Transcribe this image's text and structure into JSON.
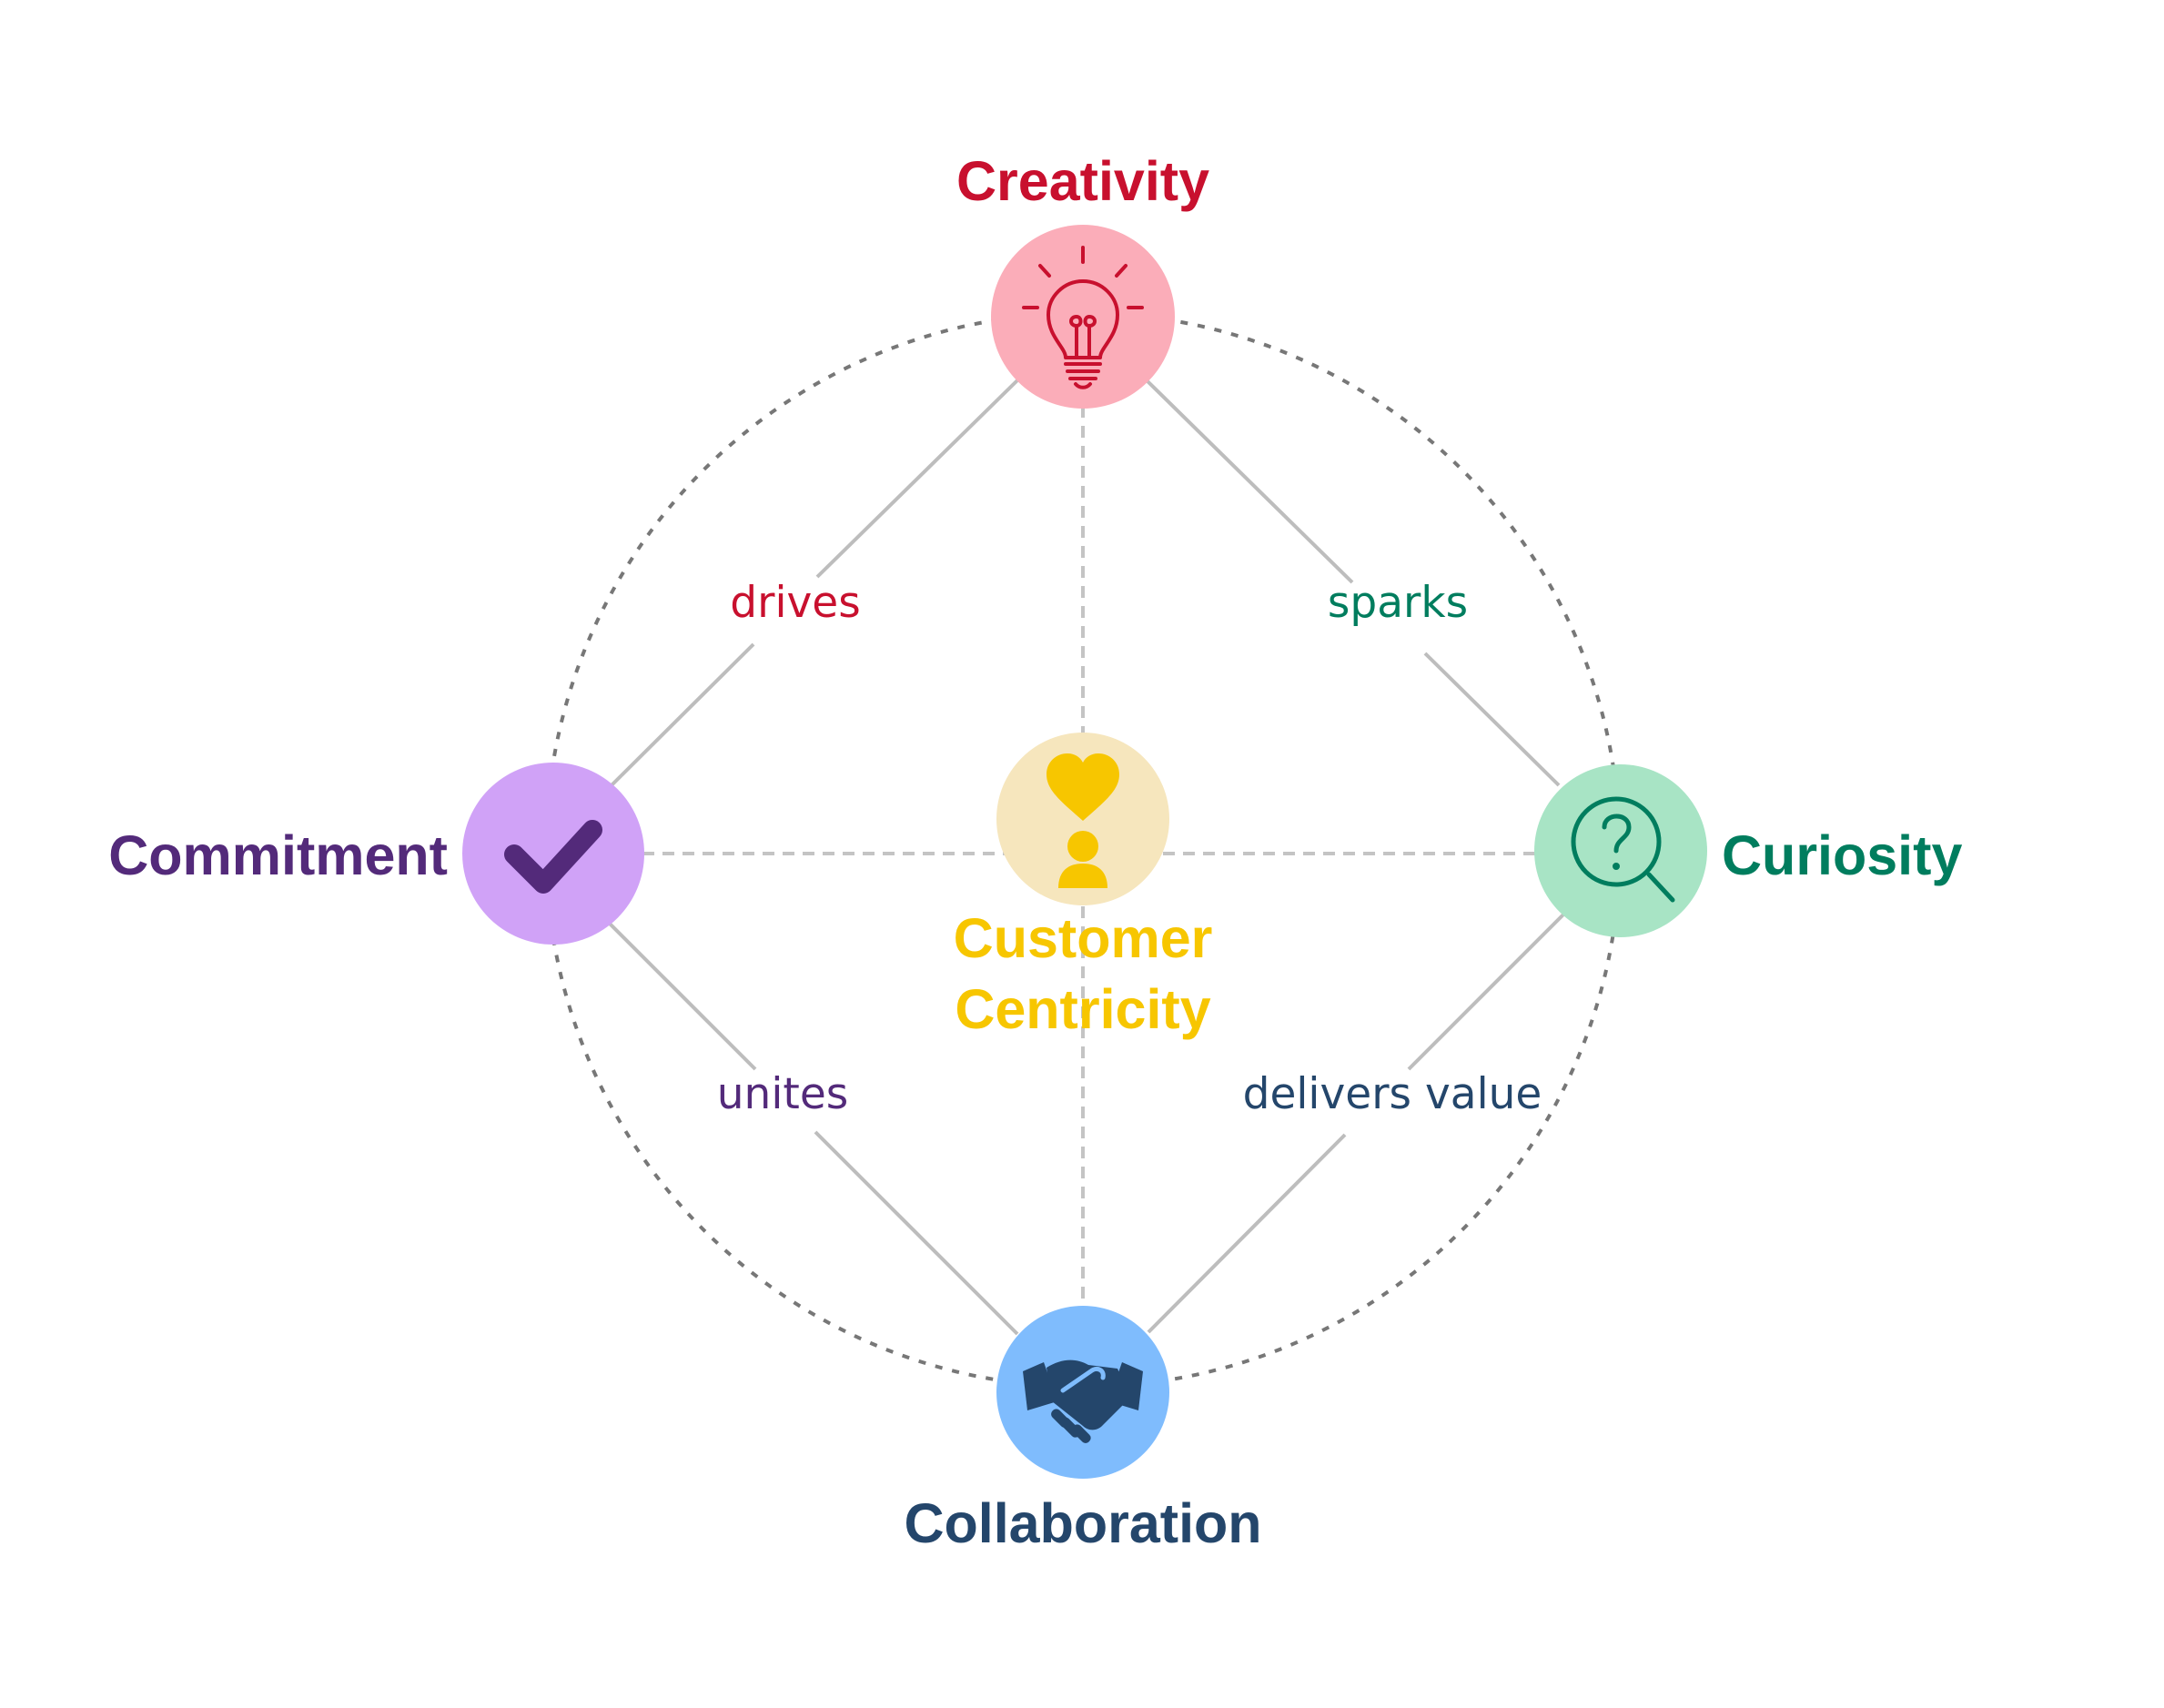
{
  "center": {
    "name": "Customer Centricity",
    "lines": [
      "Customer",
      "Centricity"
    ],
    "color": "#f7c600",
    "bg": "#f6e6bd",
    "icon": "heart-person-icon"
  },
  "nodes": {
    "creativity": {
      "name": "Creativity",
      "color": "#c8102e",
      "bg": "#fbadb9",
      "icon": "lightbulb-icon"
    },
    "curiosity": {
      "name": "Curiosity",
      "color": "#007d5e",
      "bg": "#a8e4c5",
      "icon": "magnifier-question-icon"
    },
    "collaboration": {
      "name": "Collaboration",
      "color": "#24466b",
      "bg": "#7fbcfd",
      "icon": "handshake-icon"
    },
    "commitment": {
      "name": "Commitment",
      "color": "#532a7a",
      "bg": "#d0a2f7",
      "icon": "checkmark-icon"
    }
  },
  "edges": {
    "creativity_commitment": {
      "label": "drives",
      "color": "#c8102e"
    },
    "creativity_curiosity": {
      "label": "sparks",
      "color": "#007d5e"
    },
    "commitment_collaboration": {
      "label": "unites",
      "color": "#532a7a"
    },
    "curiosity_collaboration": {
      "label": "delivers value",
      "color": "#24466b"
    }
  },
  "colors": {
    "ring": "#777777",
    "edge_line": "#bdbdbd",
    "spoke": "#c4c4c4"
  }
}
